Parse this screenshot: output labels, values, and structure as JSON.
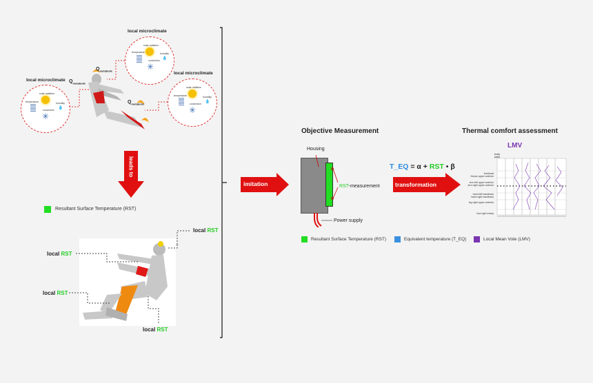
{
  "left": {
    "microclimate_label": "local microclimate",
    "q_label": "Q",
    "q_sub": "metabolic",
    "mini_labels": {
      "solar": "solar radiation",
      "temperature": "temperature",
      "humidity": "humidity",
      "convection": "convection"
    },
    "leads_to": "leads to",
    "legend_rst": "Resultant Surface Temperature (RST)",
    "local_word": "local",
    "rst_word": "RST"
  },
  "middle": {
    "imitation": "imitation",
    "objective_title": "Objective Measurement",
    "housing": "Housing",
    "rst_measurement_prefix": "RST",
    "rst_measurement_suffix": "-measurement",
    "power_supply": "Power supply",
    "transformation": "transformation",
    "formula": {
      "teq": "T_EQ",
      "eq_alpha": " = α + ",
      "rst": "RST",
      "beta": " • β"
    }
  },
  "right": {
    "title": "Thermal comfort assessment",
    "lmv": "LMV",
    "body_parts": "body parts",
    "rows": [
      "forehead",
      "thorax upper anterior",
      "arm left upper anterior",
      "arm right upper anterior",
      "hand left handback",
      "hand right handback",
      "leg right upper anterior",
      "foot right instep"
    ]
  },
  "legend": {
    "rst": "Resultant Surface Temperature (RST)",
    "teq": "Equivalent temperature (T_EQ)",
    "lmv": "Local Mean Vote (LMV)"
  },
  "colors": {
    "rst": "#22dd22",
    "teq": "#3a8fe0",
    "lmv": "#7a35b0",
    "arrow": "#e01010"
  }
}
